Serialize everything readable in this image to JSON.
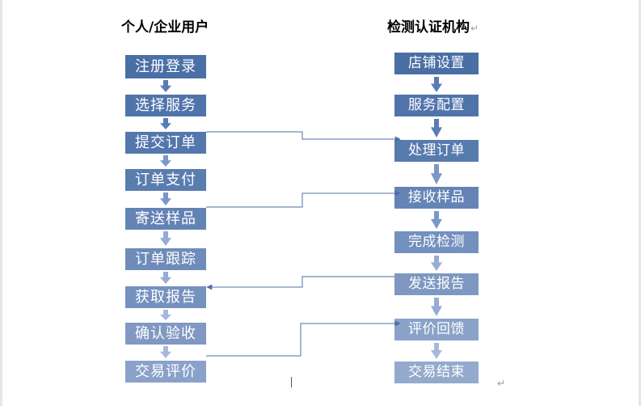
{
  "left_column": {
    "title": "个人/企业用户",
    "steps": [
      "注册登录",
      "选择服务",
      "提交订单",
      "订单支付",
      "寄送样品",
      "订单跟踪",
      "获取报告",
      "确认验收",
      "交易评价"
    ]
  },
  "right_column": {
    "title": "检测认证机构",
    "title_mark": "↵",
    "steps": [
      "店铺设置",
      "服务配置",
      "处理订单",
      "接收样品",
      "完成检测",
      "发送报告",
      "评价回馈",
      "交易结束"
    ]
  },
  "end_mark": "↵",
  "colors": {
    "left_steps": [
      "#4a6fa5",
      "#4f74aa",
      "#5477ac",
      "#5a7db0",
      "#6483b5",
      "#6e8bba",
      "#7592be",
      "#8098c2",
      "#8aa2c9"
    ],
    "right_steps": [
      "#4a6fa5",
      "#5074aa",
      "#587bae",
      "#6584b6",
      "#7390be",
      "#7e98c2",
      "#8aa2c9",
      "#94aacd"
    ],
    "arrow": [
      "#5a7cb5",
      "#7b97c6",
      "#97acd4",
      "#a7b9db"
    ],
    "connector": "#4f6ea6"
  }
}
